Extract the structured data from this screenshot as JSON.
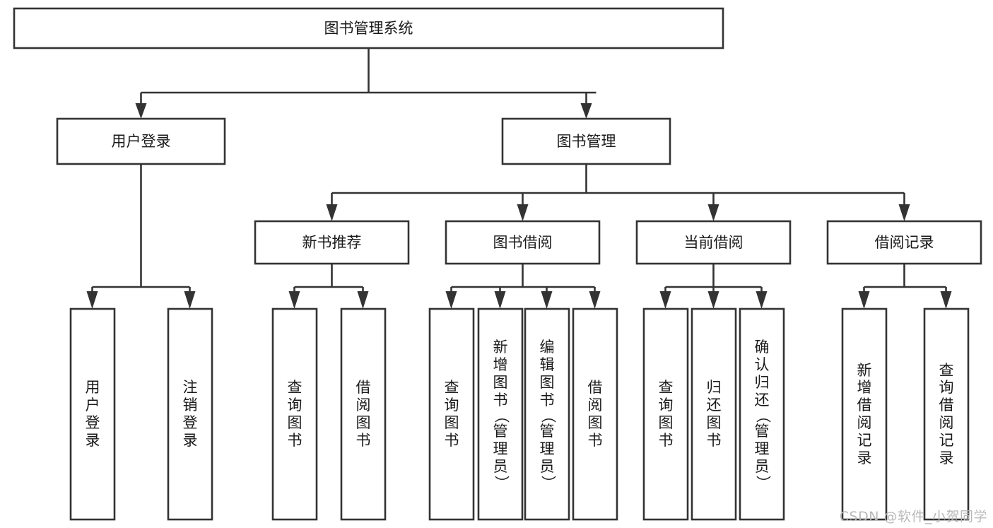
{
  "diagram": {
    "title": "图书管理系统",
    "type": "tree",
    "watermark": "CSDN @软件_小贺同学",
    "nodes": {
      "root": {
        "label": "图书管理系统",
        "level": 1,
        "orientation": "horizontal"
      },
      "user_login": {
        "label": "用户登录",
        "level": 2,
        "orientation": "horizontal"
      },
      "book_manage": {
        "label": "图书管理",
        "level": 2,
        "orientation": "horizontal"
      },
      "new_book_rec": {
        "label": "新书推荐",
        "level": 3,
        "orientation": "horizontal"
      },
      "book_borrow": {
        "label": "图书借阅",
        "level": 3,
        "orientation": "horizontal"
      },
      "current_borrow": {
        "label": "当前借阅",
        "level": 3,
        "orientation": "horizontal"
      },
      "borrow_record": {
        "label": "借阅记录",
        "level": 3,
        "orientation": "horizontal"
      },
      "leaf_user_login": {
        "label": "用户登录",
        "level": 4,
        "orientation": "vertical"
      },
      "leaf_logout": {
        "label": "注销登录",
        "level": 4,
        "orientation": "vertical"
      },
      "leaf_query_book_1": {
        "label": "查询图书",
        "level": 4,
        "orientation": "vertical"
      },
      "leaf_borrow_book_1": {
        "label": "借阅图书",
        "level": 4,
        "orientation": "vertical"
      },
      "leaf_query_book_2": {
        "label": "查询图书",
        "level": 4,
        "orientation": "vertical"
      },
      "leaf_add_book": {
        "label": "新增图书（管理员）",
        "level": 4,
        "orientation": "vertical"
      },
      "leaf_edit_book": {
        "label": "编辑图书（管理员）",
        "level": 4,
        "orientation": "vertical"
      },
      "leaf_borrow_book_2": {
        "label": "借阅图书",
        "level": 4,
        "orientation": "vertical"
      },
      "leaf_query_book_3": {
        "label": "查询图书",
        "level": 4,
        "orientation": "vertical"
      },
      "leaf_return_book": {
        "label": "归还图书",
        "level": 4,
        "orientation": "vertical"
      },
      "leaf_confirm_return": {
        "label": "确认归还（管理员）",
        "level": 4,
        "orientation": "vertical"
      },
      "leaf_add_record": {
        "label": "新增借阅记录",
        "level": 4,
        "orientation": "vertical"
      },
      "leaf_query_record": {
        "label": "查询借阅记录",
        "level": 4,
        "orientation": "vertical"
      }
    },
    "edges": [
      {
        "from": "root",
        "to": "user_login"
      },
      {
        "from": "root",
        "to": "book_manage"
      },
      {
        "from": "user_login",
        "to": "leaf_user_login"
      },
      {
        "from": "user_login",
        "to": "leaf_logout"
      },
      {
        "from": "book_manage",
        "to": "new_book_rec"
      },
      {
        "from": "book_manage",
        "to": "book_borrow"
      },
      {
        "from": "book_manage",
        "to": "current_borrow"
      },
      {
        "from": "book_manage",
        "to": "borrow_record"
      },
      {
        "from": "new_book_rec",
        "to": "leaf_query_book_1"
      },
      {
        "from": "new_book_rec",
        "to": "leaf_borrow_book_1"
      },
      {
        "from": "book_borrow",
        "to": "leaf_query_book_2"
      },
      {
        "from": "book_borrow",
        "to": "leaf_add_book"
      },
      {
        "from": "book_borrow",
        "to": "leaf_edit_book"
      },
      {
        "from": "book_borrow",
        "to": "leaf_borrow_book_2"
      },
      {
        "from": "current_borrow",
        "to": "leaf_query_book_3"
      },
      {
        "from": "current_borrow",
        "to": "leaf_return_book"
      },
      {
        "from": "current_borrow",
        "to": "leaf_confirm_return"
      },
      {
        "from": "borrow_record",
        "to": "leaf_add_record"
      },
      {
        "from": "borrow_record",
        "to": "leaf_query_record"
      }
    ],
    "colors": {
      "box_stroke": "#333333",
      "box_fill": "#ffffff",
      "text": "#1a1a1a",
      "background": "#ffffff",
      "watermark": "#b9b9b9"
    }
  }
}
